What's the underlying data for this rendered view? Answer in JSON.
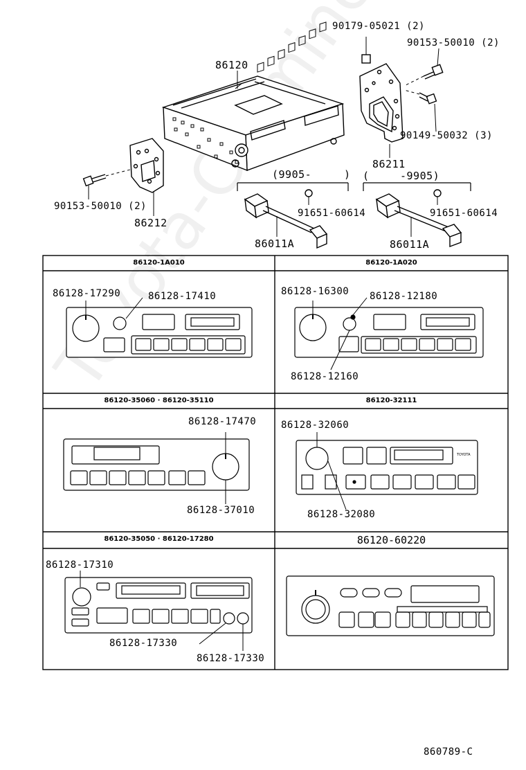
{
  "top_parts": {
    "unit": "86120",
    "nut": "90179-05021 (2)",
    "bolt_right": "90153-50010 (2)",
    "screw_right": "90149-50032 (3)",
    "bracket_right": "86211",
    "bolt_left": "90153-50010 (2)",
    "bracket_left": "86212",
    "range_left": "(9905-",
    "range_left_close": ")",
    "range_right_open": "(",
    "range_right": "-9905)",
    "grommet_left": "91651-60614",
    "grommet_right": "91651-60614",
    "wire_left": "86011A",
    "wire_right": "86011A"
  },
  "panels": [
    {
      "header": "86120-1A010",
      "labels": [
        "86128-17290",
        "86128-17410"
      ]
    },
    {
      "header": "86120-1A020",
      "labels": [
        "86128-16300",
        "86128-12180",
        "86128-12160"
      ]
    },
    {
      "header": "86120-35060 · 86120-35110",
      "labels": [
        "86128-17470",
        "86128-37010"
      ]
    },
    {
      "header": "86120-32111",
      "labels": [
        "86128-32060",
        "86128-32080"
      ],
      "brand": "TOYOTA"
    },
    {
      "header": "86120-35050 · 86120-17280",
      "labels": [
        "86128-17310",
        "86128-17330",
        "86128-17330"
      ]
    },
    {
      "header": "86120-60220",
      "labels": []
    }
  ],
  "watermark": "Toyota-Carmine.ru",
  "figure_code": "860789-C"
}
